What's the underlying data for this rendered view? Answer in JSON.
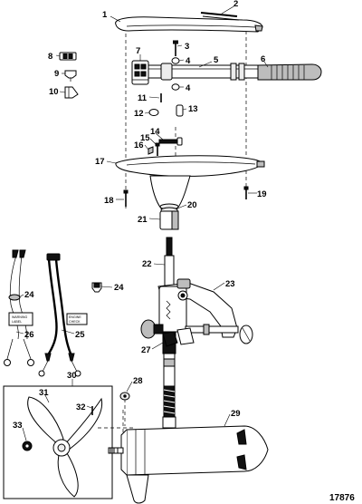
{
  "figure_id": "17876",
  "callouts": [
    {
      "n": "1"
    },
    {
      "n": "2"
    },
    {
      "n": "3"
    },
    {
      "n": "4"
    },
    {
      "n": "4"
    },
    {
      "n": "5"
    },
    {
      "n": "6"
    },
    {
      "n": "7"
    },
    {
      "n": "8"
    },
    {
      "n": "9"
    },
    {
      "n": "10"
    },
    {
      "n": "11"
    },
    {
      "n": "12"
    },
    {
      "n": "13"
    },
    {
      "n": "14"
    },
    {
      "n": "15"
    },
    {
      "n": "16"
    },
    {
      "n": "17"
    },
    {
      "n": "18"
    },
    {
      "n": "19"
    },
    {
      "n": "20"
    },
    {
      "n": "21"
    },
    {
      "n": "22"
    },
    {
      "n": "23"
    },
    {
      "n": "24"
    },
    {
      "n": "24"
    },
    {
      "n": "25"
    },
    {
      "n": "26"
    },
    {
      "n": "27"
    },
    {
      "n": "28"
    },
    {
      "n": "29"
    },
    {
      "n": "30"
    },
    {
      "n": "31"
    },
    {
      "n": "32"
    },
    {
      "n": "33"
    }
  ],
  "labels": {
    "warning_label": [
      "WARNING",
      "LABEL"
    ],
    "tag_label": [
      "ENGINE",
      "CHECK"
    ]
  }
}
